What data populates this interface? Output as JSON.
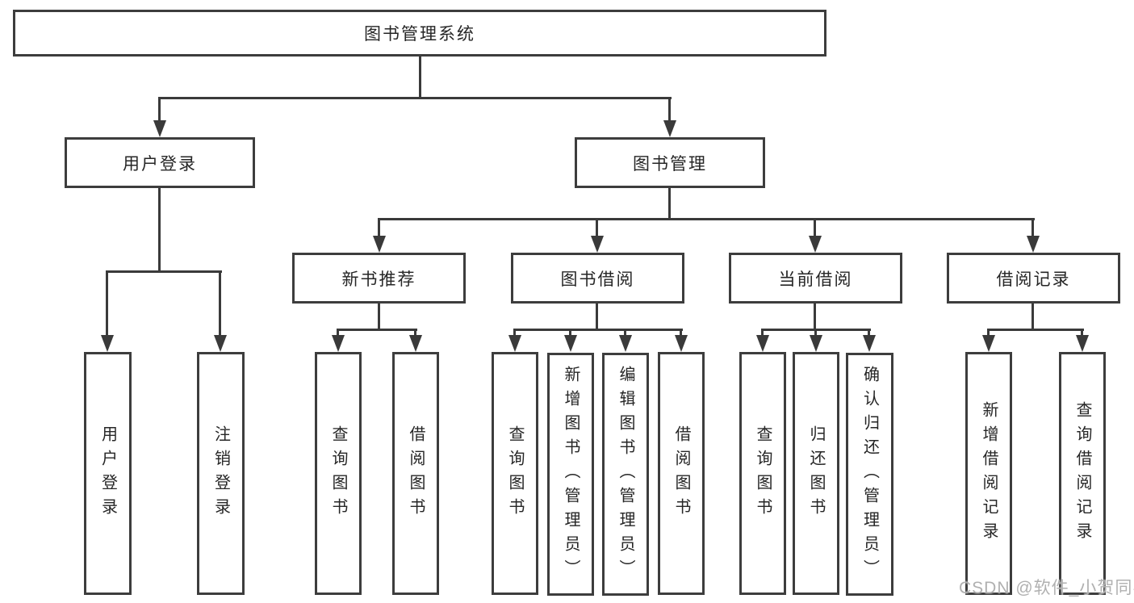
{
  "diagram": {
    "title": "图书管理系统",
    "user": {
      "label": "用户登录",
      "children": [
        {
          "label": "用户登录"
        },
        {
          "label": "注销登录"
        }
      ]
    },
    "book": {
      "label": "图书管理",
      "groups": [
        {
          "label": "新书推荐",
          "children": [
            {
              "label": "查询图书"
            },
            {
              "label": "借阅图书"
            }
          ]
        },
        {
          "label": "图书借阅",
          "children": [
            {
              "label": "查询图书"
            },
            {
              "label": "新增图书（管理员）"
            },
            {
              "label": "编辑图书（管理员）"
            },
            {
              "label": "借阅图书"
            }
          ]
        },
        {
          "label": "当前借阅",
          "children": [
            {
              "label": "查询图书"
            },
            {
              "label": "归还图书"
            },
            {
              "label": "确认归还（管理员）"
            }
          ]
        },
        {
          "label": "借阅记录",
          "children": [
            {
              "label": "新增借阅记录"
            },
            {
              "label": "查询借阅记录"
            }
          ]
        }
      ]
    },
    "watermark": "CSDN @软件_小贺同学",
    "colors": {
      "line": "#3a3a3a",
      "border": "#3d3d3d",
      "text": "#262626",
      "watermark": "#b0b0b0",
      "background": "#ffffff"
    }
  }
}
